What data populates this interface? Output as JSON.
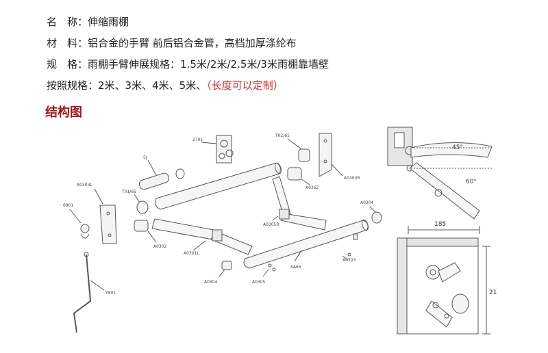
{
  "specs": [
    {
      "label": "名　称：",
      "value": "伸缩雨棚"
    },
    {
      "label": "材　料：",
      "value": "铝合金的手臂 前后铝合金管，高档加厚涤纶布"
    },
    {
      "label": "规　格：",
      "value": "雨棚手臂伸展规格：1.5米/2米/2.5米/3米雨棚靠墙壁"
    },
    {
      "label": "按照规格：",
      "value": "2米、3米、4米、5米、",
      "highlight": "（长度可以定制）"
    }
  ],
  "section_title": "结构图",
  "parts": {
    "p2701": "2701",
    "p5j": "5J",
    "pt0265": "T02/65",
    "pa0303r": "A0303R",
    "pa0303l": "A0303L",
    "pt0165": "T01/65",
    "pa0362": "A0362",
    "pa0304": "A0304",
    "p6901": "6901",
    "pa0302": "A0302",
    "pa0305r": "A0305R",
    "pa0301l": "A0301L",
    "pa0303": "A0303",
    "pa65": "SA65",
    "pa0304b": "A0304",
    "pa0305": "A0305",
    "py801": "Y801"
  },
  "dims": {
    "angle1": "45°",
    "angle2": "60°",
    "width": "185",
    "height": "21"
  }
}
